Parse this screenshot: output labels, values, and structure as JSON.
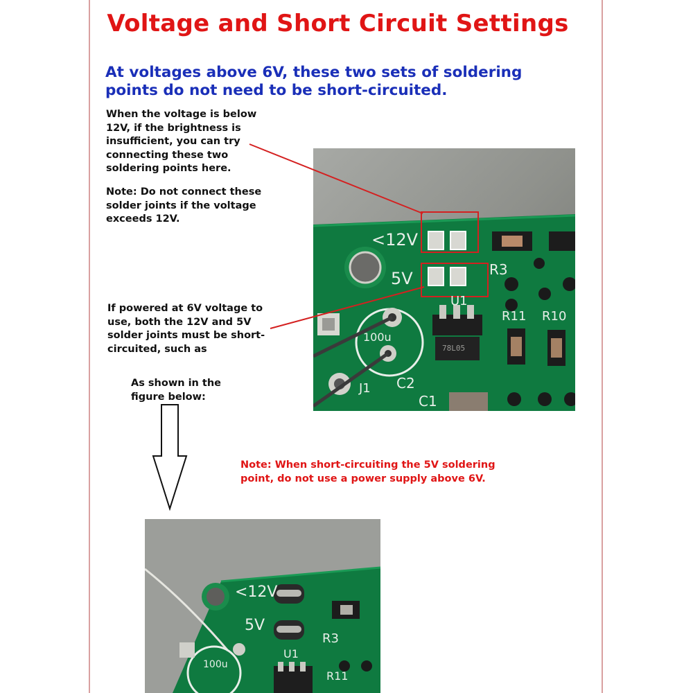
{
  "title": "Voltage and Short Circuit Settings",
  "subtitle": "At voltages above 6V, these two sets of soldering points do not need to be short-circuited.",
  "notes": {
    "brightness": "When the voltage is below 12V, if the brightness is insufficient, you can try connecting these two soldering points here.",
    "do_not_connect": "Note: Do not connect these solder joints if the voltage exceeds 12V.",
    "six_volt": "If powered at 6V voltage to use, both the 12V and 5V solder joints must be short-circuited, such as",
    "shown_below": "As shown in the figure below:",
    "warning": "Note: When short-circuiting the 5V soldering point, do not use a power supply above 6V."
  },
  "board_labels": {
    "v12": "<12V",
    "v5": "5V",
    "r3": "R3",
    "u1": "U1",
    "r11": "R11",
    "r10": "R10",
    "c2": "C2",
    "c1": "C1",
    "j1": "J1",
    "cap": "100u",
    "chip": "78L05"
  },
  "colors": {
    "title": "#e01515",
    "subtitle": "#1a2fb8",
    "pcb": "#0f7a40",
    "callout": "#d42020"
  }
}
